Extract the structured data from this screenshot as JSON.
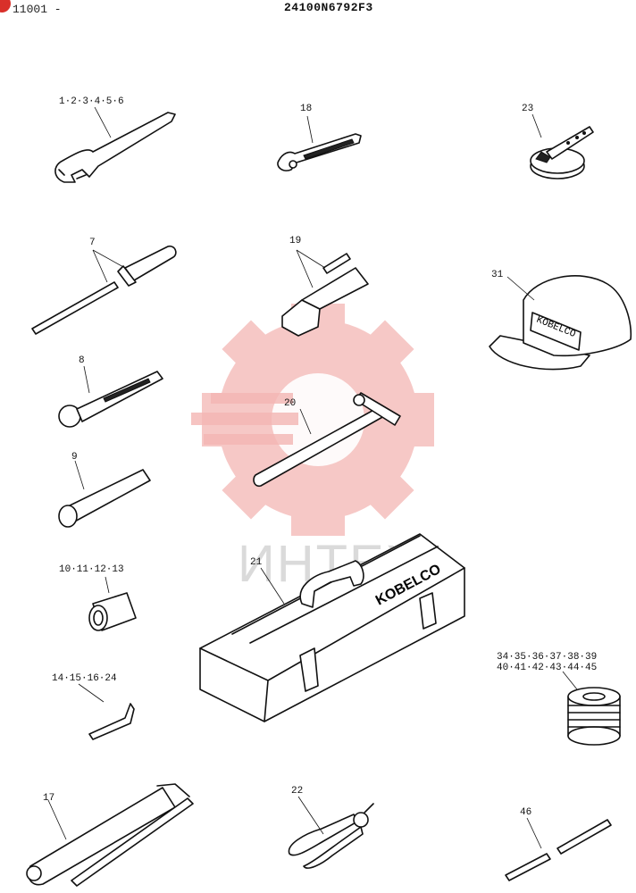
{
  "header": {
    "code_prefix": "11001 -",
    "part_number": "24100N6792F3"
  },
  "watermark": {
    "text": "ИНТЕХ",
    "logo_color": "#f4b6b4"
  },
  "labels": {
    "l_1_6": "1·2·3·4·5·6",
    "l_18": "18",
    "l_23": "23",
    "l_7": "7",
    "l_19": "19",
    "l_31": "31",
    "l_8": "8",
    "l_20": "20",
    "l_9": "9",
    "l_21": "21",
    "l_10_13": "10·11·12·13",
    "l_34_39": "34·35·36·37·38·39",
    "l_40_45": "40·41·42·43·44·45",
    "l_14_24": "14·15·16·24",
    "l_17": "17",
    "l_22": "22",
    "l_46": "46"
  },
  "brand": {
    "toolbox_text": "KOBELCO",
    "cap_text": "KOBELCO"
  }
}
